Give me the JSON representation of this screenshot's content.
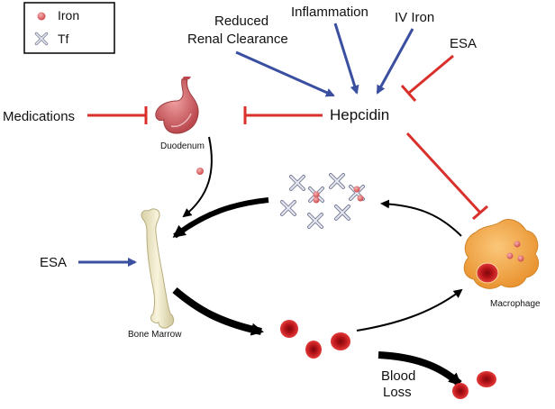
{
  "legend": {
    "iron_label": "Iron",
    "tf_label": "Tf"
  },
  "labels": {
    "reduced_renal_line1": "Reduced",
    "reduced_renal_line2": "Renal Clearance",
    "inflammation": "Inflammation",
    "iv_iron": "IV Iron",
    "esa_top": "ESA",
    "hepcidin": "Hepcidin",
    "medications": "Medications",
    "duodenum": "Duodenum",
    "esa_left": "ESA",
    "bone_marrow": "Bone Marrow",
    "macrophage": "Macrophage",
    "blood_loss_line1": "Blood",
    "blood_loss_line2": "Loss"
  },
  "colors": {
    "stimulate": "#3a4fa0",
    "inhibit": "#d9302b",
    "flow": "#000000",
    "iron": "#e06a6a",
    "rbc": "#c8141a",
    "macrophage": "#f2a340",
    "bone": "#eee8c6",
    "stomach": "#cf6b70"
  }
}
